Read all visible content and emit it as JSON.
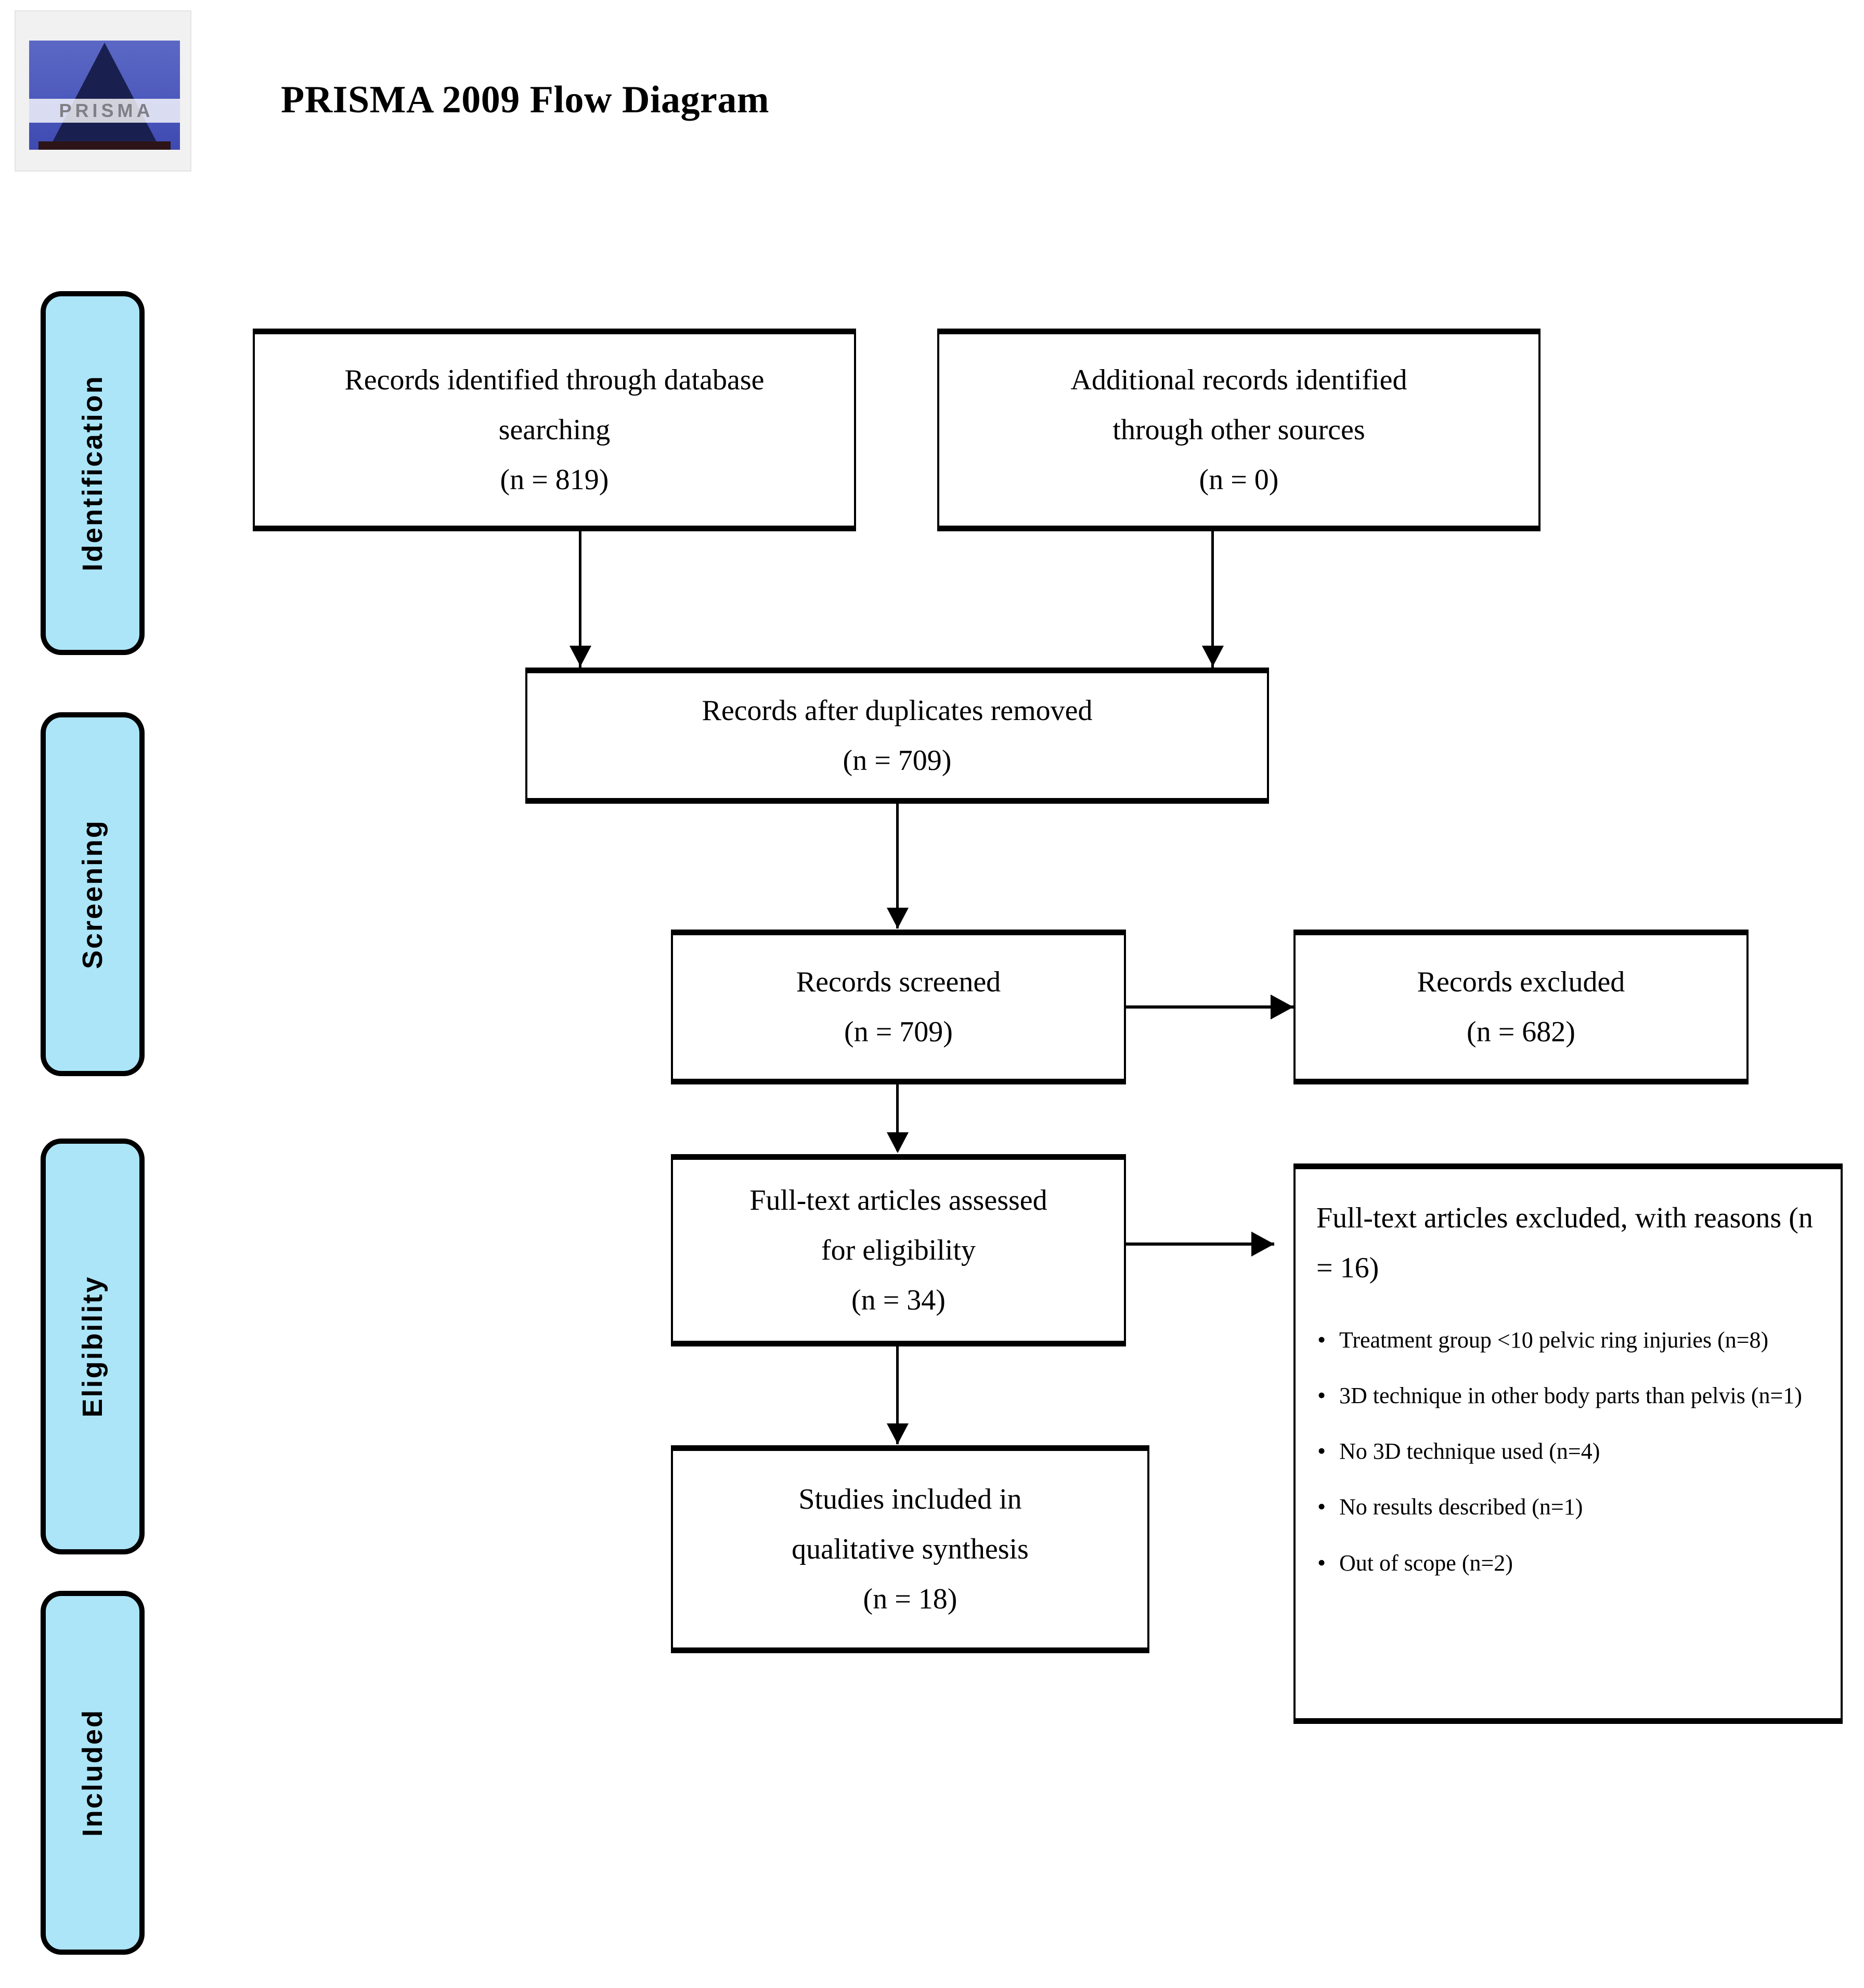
{
  "header": {
    "title": "PRISMA 2009 Flow Diagram",
    "logo_word": "PRISMA"
  },
  "stages": [
    {
      "key": "identification",
      "label": "Identification"
    },
    {
      "key": "screening",
      "label": "Screening"
    },
    {
      "key": "eligibility",
      "label": "Eligibility"
    },
    {
      "key": "included",
      "label": "Included"
    }
  ],
  "boxes": {
    "db_search": {
      "line1": "Records identified through database",
      "line2": "searching",
      "line3": "(n = 819)"
    },
    "other_sources": {
      "line1": "Additional records identified",
      "line2": "through other sources",
      "line3": "(n = 0)"
    },
    "after_duplicates": {
      "line1": "Records after duplicates removed",
      "line2": "(n = 709)"
    },
    "records_screened": {
      "line1": "Records screened",
      "line2": "(n = 709)"
    },
    "records_excluded": {
      "line1": "Records excluded",
      "line2": "(n = 682)"
    },
    "fulltext_assessed": {
      "line1": "Full-text articles assessed",
      "line2": "for eligibility",
      "line3": "(n = 34)"
    },
    "fulltext_excluded": {
      "heading_line1": "Full-text articles excluded,",
      "heading_line2": "with reasons (n = 16)",
      "reasons": [
        "Treatment group <10 pelvic ring injuries (n=8)",
        "3D technique in other body parts than pelvis (n=1)",
        "No 3D technique used (n=4)",
        "No results described (n=1)",
        "Out of scope (n=2)"
      ]
    },
    "studies_included": {
      "line1": "Studies included in",
      "line2": "qualitative synthesis",
      "line3": "(n = 18)"
    }
  },
  "colors": {
    "stage_tab_fill": "#ace5f8",
    "stroke": "#000000",
    "page_background": "#ffffff",
    "logo_blue": "#4f5cbd",
    "logo_dark": "#19204f"
  }
}
